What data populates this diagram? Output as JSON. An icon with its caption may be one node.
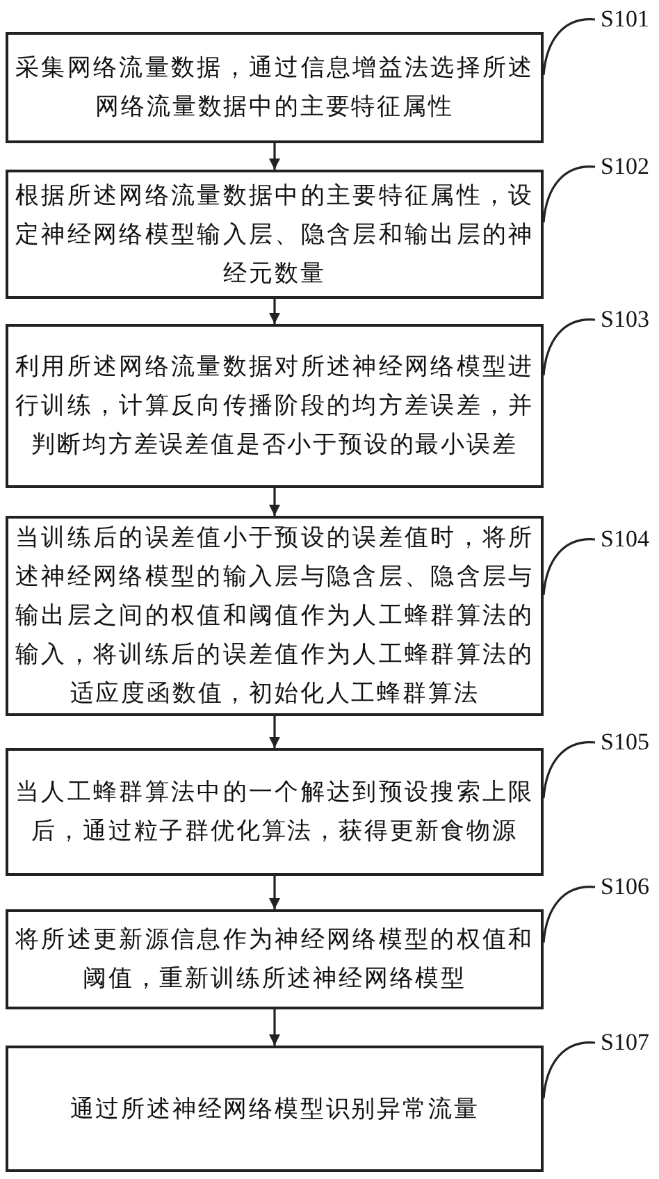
{
  "diagram": {
    "nodes": [
      {
        "text": [
          "采集网络流量数据，通过信息增益法选择所述网络流量数据中的主要特征属性"
        ]
      },
      {
        "text": [
          "根据所述网络流量数据中的主要特征属性，设定神经网络模型输入层、隐含层和输出层的神经元数量"
        ]
      },
      {
        "text": [
          "利用所述网络流量数据对所述神经网络模型进行训练，计算反向传播阶段的均方差误差，并判断均方差误差值是否小于预设的最小误差"
        ]
      },
      {
        "text": [
          "当训练后的误差值小于预设的误差值时，将所述神经网络模型的输入层与隐含层、隐含层与输出层之间的权值和阈值作为人工蜂群算法的输入，将训练后的误差值作为人工蜂群算法的适应度函数值，初始化人工蜂群算法"
        ]
      },
      {
        "text": [
          "当人工蜂群算法中的一个解达到预设搜索上限后，通过粒子群优化算法，获得更新食物源"
        ]
      },
      {
        "text": [
          "将所述更新源信息作为神经网络模型的权值和阈值，重新训练所述神经网络模型"
        ]
      },
      {
        "text": [
          "通过所述神经网络模型识别异常流量"
        ]
      },
      {
        "text": [
          "S101"
        ]
      },
      {
        "text": [
          "S102"
        ]
      },
      {
        "text": [
          "S103"
        ]
      },
      {
        "text": [
          "S104"
        ]
      },
      {
        "text": [
          "S105"
        ]
      },
      {
        "text": [
          "S106"
        ]
      },
      {
        "text": [
          "S107"
        ]
      }
    ],
    "edges": [
      {
        "from": 0,
        "to": 1,
        "arrow": "to"
      },
      {
        "from": 1,
        "to": 2,
        "arrow": "to"
      },
      {
        "from": 2,
        "to": 3,
        "arrow": "to"
      },
      {
        "from": 3,
        "to": 4,
        "arrow": "to"
      },
      {
        "from": 4,
        "to": 5,
        "arrow": "to"
      },
      {
        "from": 5,
        "to": 6,
        "arrow": "to"
      },
      {
        "from": 7,
        "to": 0,
        "arrow": "none"
      },
      {
        "from": 8,
        "to": 1,
        "arrow": "none"
      },
      {
        "from": 9,
        "to": 2,
        "arrow": "none"
      },
      {
        "from": 10,
        "to": 3,
        "arrow": "none"
      },
      {
        "from": 11,
        "to": 4,
        "arrow": "none"
      },
      {
        "from": 12,
        "to": 5,
        "arrow": "none"
      },
      {
        "from": 13,
        "to": 6,
        "arrow": "none"
      }
    ]
  }
}
